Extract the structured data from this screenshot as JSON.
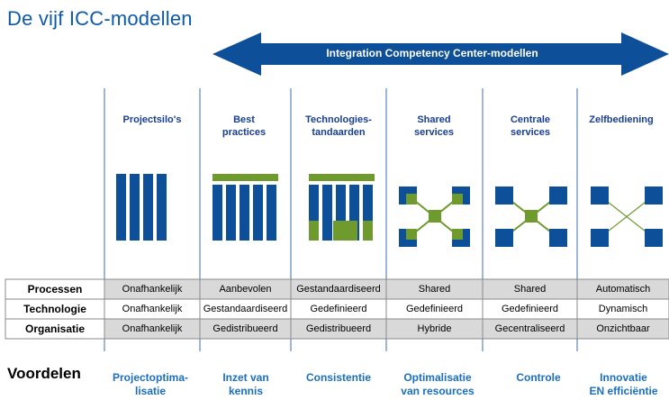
{
  "title": "De vijf ICC-modellen",
  "banner": {
    "label": "Integration Competency Center-modellen"
  },
  "columns": [
    {
      "head_line1": "Projectsilo's",
      "head_line2": ""
    },
    {
      "head_line1": "Best",
      "head_line2": "practices"
    },
    {
      "head_line1": "Technologies-",
      "head_line2": "tandaarden"
    },
    {
      "head_line1": "Shared",
      "head_line2": "services"
    },
    {
      "head_line1": "Centrale",
      "head_line2": "services"
    },
    {
      "head_line1": "Zelfbediening",
      "head_line2": ""
    }
  ],
  "rows": [
    {
      "label": "Processen",
      "values": [
        "Onafhankelijk",
        "Aanbevolen",
        "Gestandaardiseerd",
        "Shared",
        "Shared",
        "Automatisch"
      ]
    },
    {
      "label": "Technologie",
      "values": [
        "Onafhankelijk",
        "Gestandaardiseerd",
        "Gedefinieerd",
        "Gedefinieerd",
        "Gedefinieerd",
        "Dynamisch"
      ]
    },
    {
      "label": "Organisatie",
      "values": [
        "Onafhankelijk",
        "Gedistribueerd",
        "Gedistribueerd",
        "Hybride",
        "Gecentraliseerd",
        "Onzichtbaar"
      ]
    }
  ],
  "benefits": {
    "label": "Voordelen",
    "items": [
      {
        "line1": "Projectoptima-",
        "line2": "lisatie"
      },
      {
        "line1": "Inzet van",
        "line2": "kennis"
      },
      {
        "line1": "Consistentie",
        "line2": ""
      },
      {
        "line1": "Optimalisatie",
        "line2": "van resources"
      },
      {
        "line1": "Controle",
        "line2": ""
      },
      {
        "line1": "Innovatie",
        "line2": "EN efficiëntie"
      }
    ]
  },
  "colors": {
    "blue": "#0e4f9a",
    "green": "#6e9a2e",
    "header_blue": "#1a3f8f",
    "benefit_blue": "#1a6fc0",
    "grid_gray": "#d9d9d9"
  }
}
